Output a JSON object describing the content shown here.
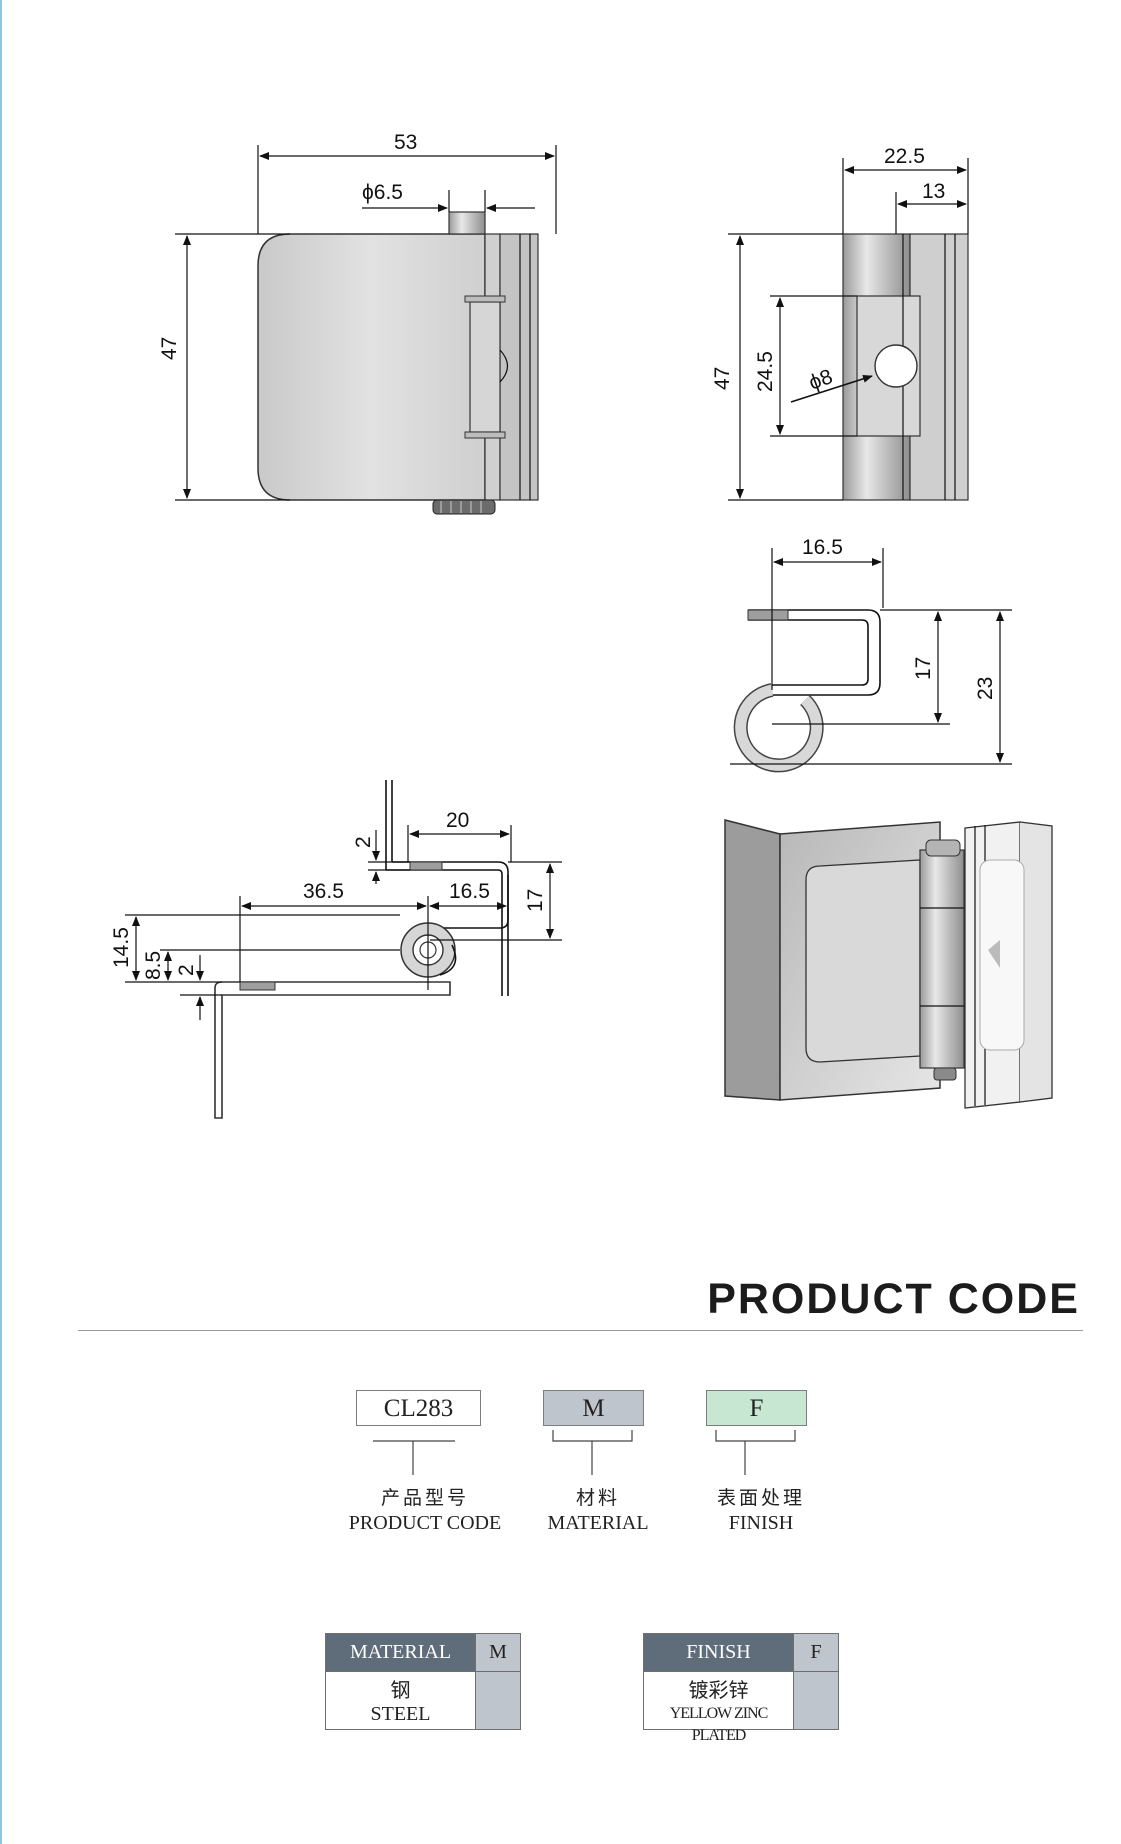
{
  "drawing": {
    "front_view": {
      "width": "53",
      "pin_diameter": "ϕ6.5",
      "height": "47"
    },
    "side_view": {
      "width": "22.5",
      "offset": "13",
      "height": "47",
      "knuckle_height": "24.5",
      "hole_diameter": "ϕ8"
    },
    "top_profile": {
      "width": "16.5",
      "height_inner": "17",
      "height_outer": "23"
    },
    "install_view": {
      "thickness_top": "2",
      "gap": "20",
      "length": "36.5",
      "curl": "16.5",
      "height": "17",
      "offset_outer": "14.5",
      "offset_inner": "8.5",
      "thickness_bottom": "2"
    }
  },
  "section": {
    "title": "PRODUCT  CODE"
  },
  "code_boxes": {
    "product": "CL283",
    "material": "M",
    "finish": "F",
    "product_color": "#ffffff",
    "material_color": "#bfc5cd",
    "finish_color": "#c7e7d2"
  },
  "code_labels": {
    "product_zh": "产品型号",
    "product_en": "PRODUCT CODE",
    "material_zh": "材料",
    "material_en": "MATERIAL",
    "finish_zh": "表面处理",
    "finish_en": "FINISH"
  },
  "material_table": {
    "header": "MATERIAL",
    "code": "M",
    "value_zh": "钢",
    "value_en": "STEEL"
  },
  "finish_table": {
    "header": "FINISH",
    "code": "F",
    "value_zh": "镀彩锌",
    "value_en": "YELLOW ZINC PLATED",
    "header_color": "#5f6d7b"
  }
}
